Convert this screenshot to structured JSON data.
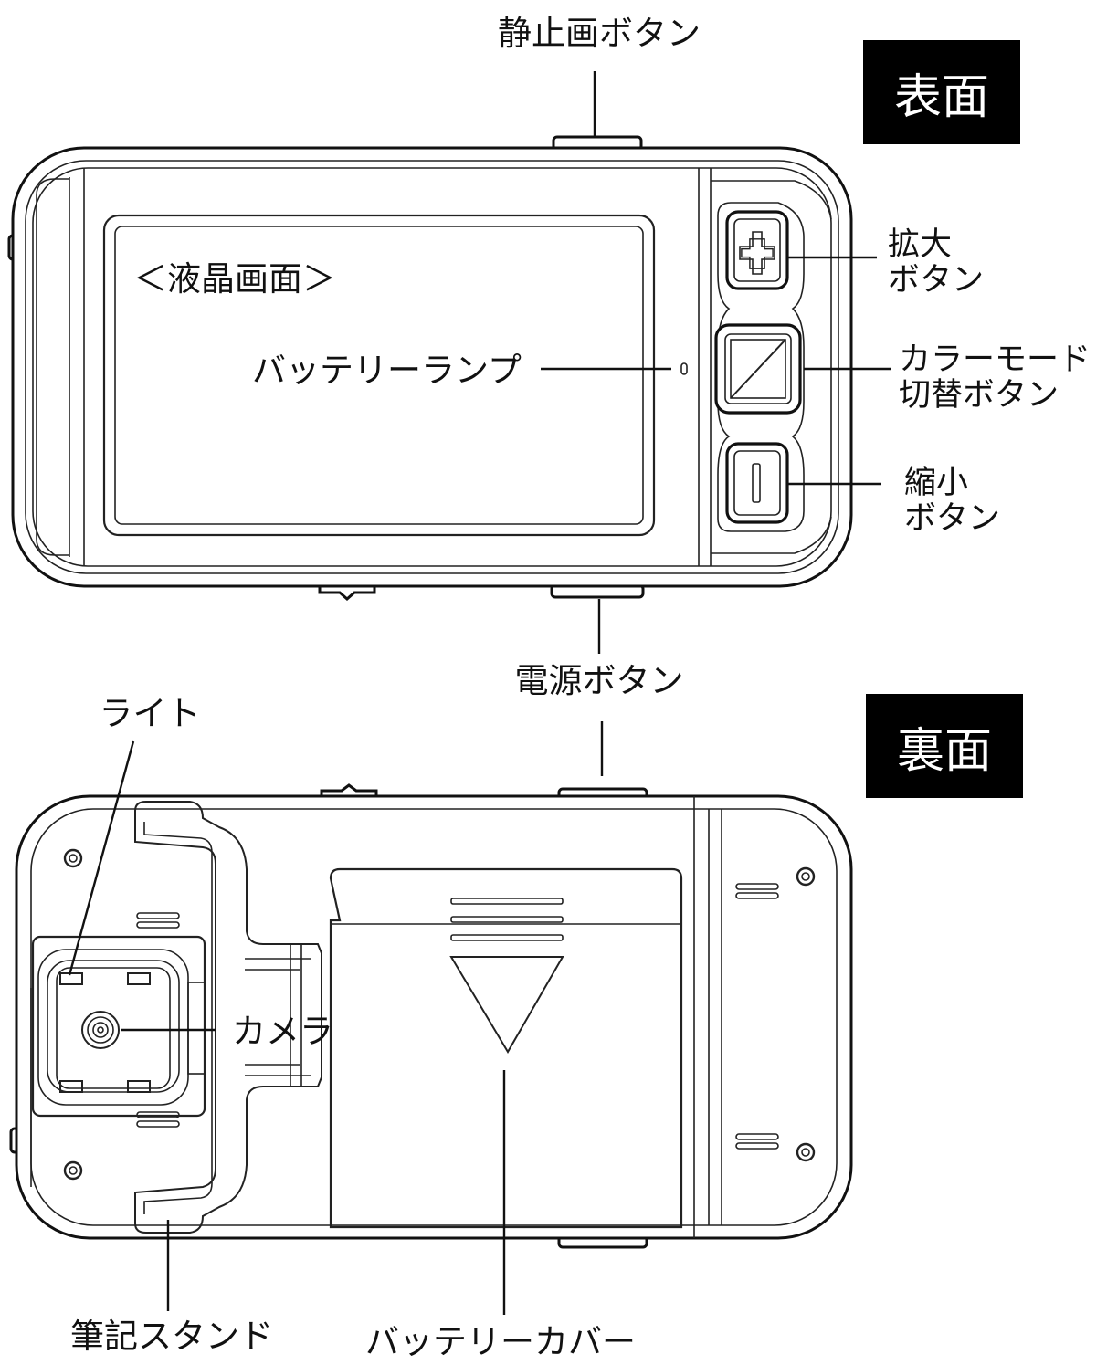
{
  "badges": {
    "front": "表面",
    "back": "裏面"
  },
  "front_labels": {
    "still_image_button": "静止画ボタン",
    "lcd_screen": "＜液晶画面＞",
    "battery_lamp": "バッテリーランプ",
    "zoom_in": [
      "拡大",
      "ボタン"
    ],
    "color_mode": [
      "カラーモード",
      "切替ボタン"
    ],
    "zoom_out": [
      "縮小",
      "ボタン"
    ],
    "power_button": "電源ボタン"
  },
  "back_labels": {
    "light": "ライト",
    "camera": "カメラ",
    "writing_stand": "筆記スタンド",
    "battery_cover": "バッテリーカバー"
  },
  "colors": {
    "line": "#111111",
    "badge_bg": "#000000",
    "badge_text": "#ffffff"
  }
}
